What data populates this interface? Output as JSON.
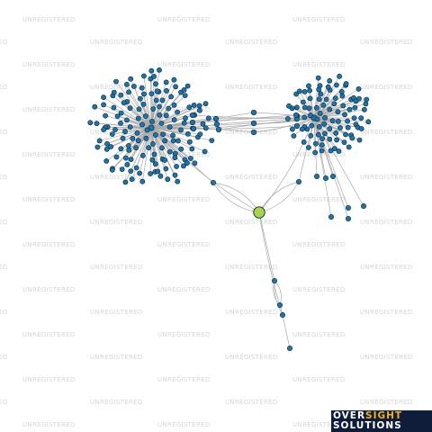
{
  "watermark": {
    "text": "UNREGISTERED"
  },
  "brand": {
    "word1_part1": "OVER",
    "word1_part2": "SIGHT",
    "word2": "SOLUTIONS"
  },
  "colors": {
    "node": "#1b76ae",
    "node_stroke": "#0b2233",
    "focus_node": "#a6d44a",
    "edge": "#aaaaaa",
    "watermark": "#d6d6d6",
    "brand_bg": "#0f1d3a",
    "brand_accent": "#f2b21a"
  }
}
